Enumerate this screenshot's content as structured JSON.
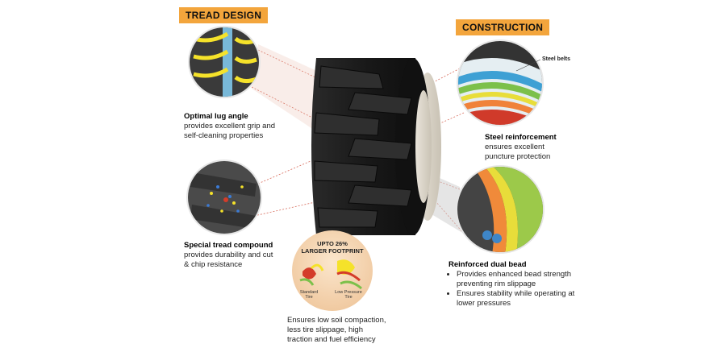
{
  "tread_design": {
    "heading": "TREAD DESIGN",
    "lug_title": "Optimal lug angle",
    "lug_desc_1": "provides excellent grip and",
    "lug_desc_2": "self-cleaning properties",
    "compound_title": "Special tread compound",
    "compound_desc_1": "provides durability and cut",
    "compound_desc_2": "& chip resistance"
  },
  "construction": {
    "heading": "CONSTRUCTION",
    "belts_label": "Steel belts",
    "steel_title": "Steel reinforcement",
    "steel_desc_1": "ensures excellent",
    "steel_desc_2": "puncture protection",
    "bead_title": "Reinforced dual bead",
    "bead_bullets": [
      "Provides enhanced bead strength preventing rim slippage",
      "Ensures stability while operating at lower pressures"
    ]
  },
  "footprint": {
    "line_1": "UPTO 26%",
    "line_2": "LARGER FOOTPRINT",
    "standard_label_1": "Standard",
    "standard_label_2": "Tire",
    "low_label_1": "Low Pressure",
    "low_label_2": "Tire",
    "desc_1": "Ensures low soil compaction,",
    "desc_2": "less tire slippage, high",
    "desc_3": "traction and fuel efficiency"
  },
  "colors": {
    "accent": "#f3a53c",
    "tread_yellow": "#f5e22a",
    "tire": "#1c1c1c"
  }
}
